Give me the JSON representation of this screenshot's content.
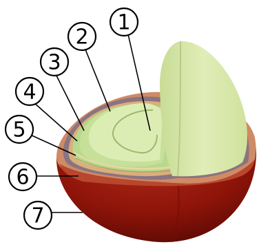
{
  "diagram": {
    "callouts": [
      {
        "label": "1"
      },
      {
        "label": "2"
      },
      {
        "label": "3"
      },
      {
        "label": "4"
      },
      {
        "label": "5"
      },
      {
        "label": "6"
      },
      {
        "label": "7"
      }
    ],
    "colors": {
      "outer_skin": "#8e1409",
      "outer_skin_dark": "#6e0d06",
      "pulp_rim": "#d08a68",
      "pulp_face": "#b8472e",
      "parchment": "#8a7480",
      "silverskin": "#d9b07a",
      "bean_green": "#b8d98d",
      "bean_light": "#dcedb4",
      "bean_half": "#d8e6a8",
      "bean_half_side": "#c1d990"
    }
  }
}
